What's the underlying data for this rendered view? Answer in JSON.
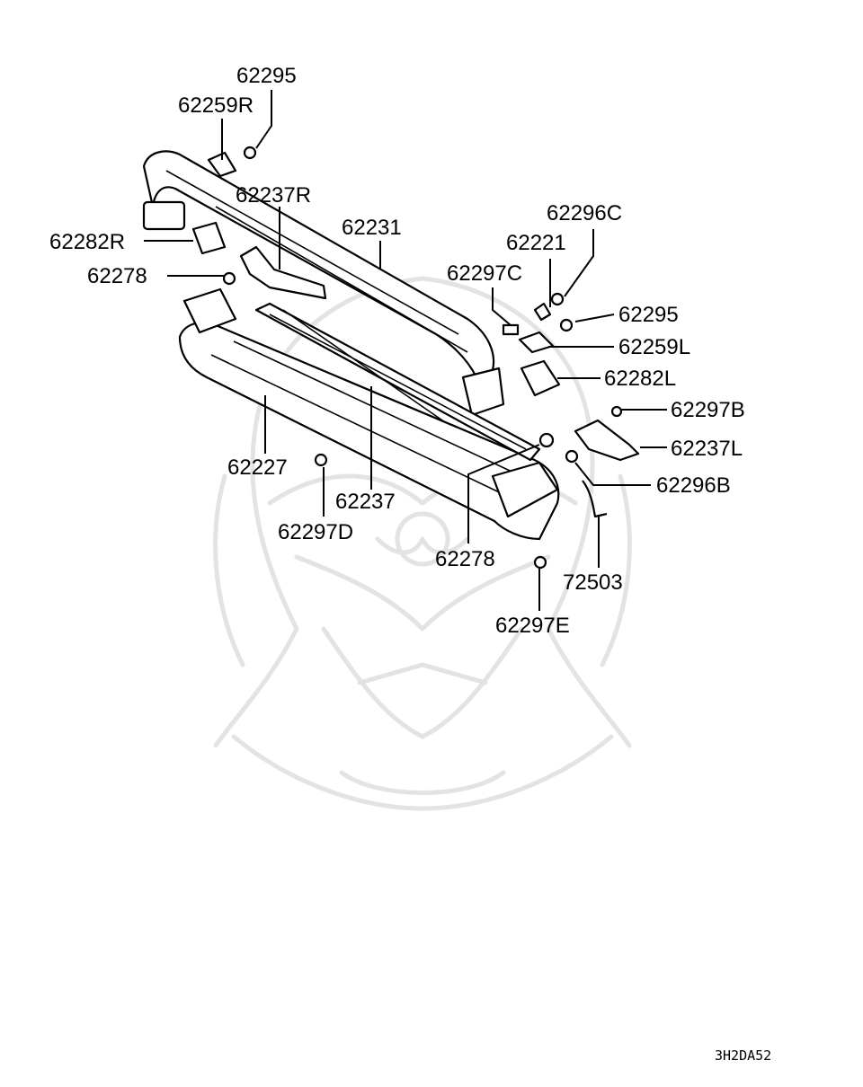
{
  "labels": {
    "p62295_top": "62295",
    "p62259R": "62259R",
    "p62237R": "62237R",
    "p62231": "62231",
    "p62282R": "62282R",
    "p62278_left": "62278",
    "p62296C": "62296C",
    "p62221": "62221",
    "p62297C": "62297C",
    "p62295_right": "62295",
    "p62259L": "62259L",
    "p62282L": "62282L",
    "p62297B": "62297B",
    "p62237L": "62237L",
    "p62296B": "62296B",
    "p62227": "62227",
    "p62237": "62237",
    "p62297D": "62297D",
    "p62278_bottom": "62278",
    "p72503": "72503",
    "p62297E": "62297E"
  },
  "diagram_code": "3H2DA52",
  "colors": {
    "line": "#000000",
    "watermark": "#e3e3e3",
    "background": "#ffffff"
  }
}
